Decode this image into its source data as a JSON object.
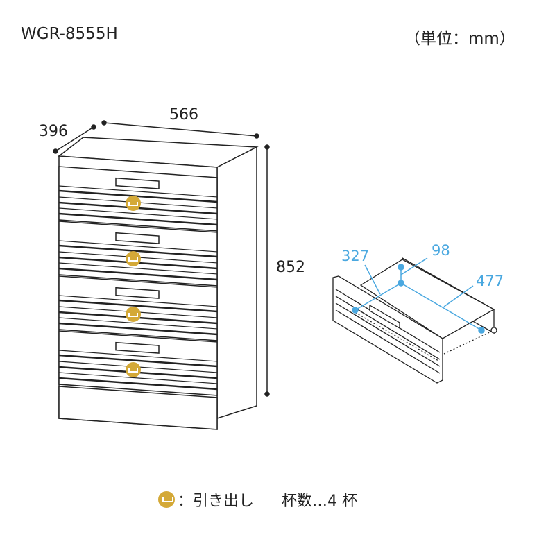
{
  "header": {
    "model": "WGR-8555H",
    "unit": "（単位：mm）"
  },
  "cabinet": {
    "depth": "396",
    "width": "566",
    "height": "852"
  },
  "drawer_inner": {
    "width": "327",
    "depth": "477",
    "height": "98"
  },
  "legend": {
    "icon": "drawer-medallion-icon",
    "label": "：引き出し",
    "count_label": "杯数…4 杯"
  },
  "colors": {
    "accent": "#d4a937",
    "dimension_blue": "#4aa8e0",
    "line": "#222222"
  }
}
